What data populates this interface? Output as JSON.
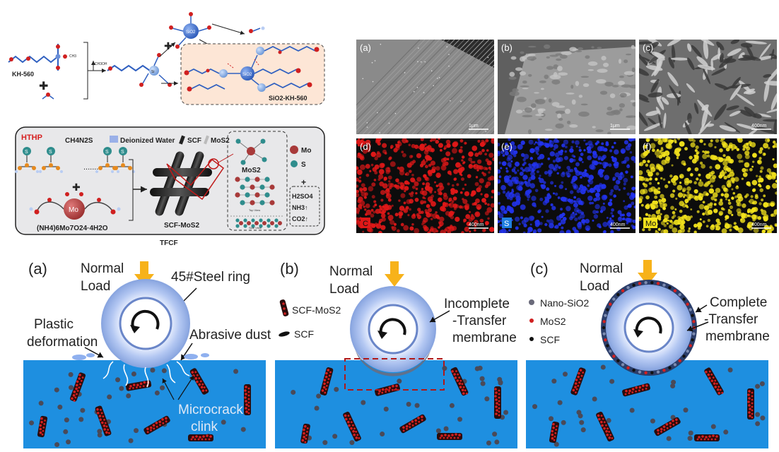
{
  "synthesis": {
    "kh560_label": "KH-560",
    "ch3_label": "CH3",
    "ch3oh_label": "CH3OH",
    "si_label": "Si",
    "sio2_label": "SiO2",
    "sio2_kh560_label": "SiO2-KH-560"
  },
  "hthp": {
    "title": "HTHP",
    "ch4n2s": "CH4N2S",
    "deionized_water": "Deionized Water",
    "scf": "SCF",
    "mos2": "MoS2",
    "ammonium_molybdate": "(NH4)6Mo7O24·4H2O",
    "scf_mos2": "SCF-MoS2",
    "tfcf": "TFCF",
    "mos2_title": "MoS2",
    "top_view": "Top View",
    "side_view": "Side View",
    "legend_mo": "Mo",
    "legend_s": "S",
    "plus": "+",
    "byproduct_h2so4": "H2SO4",
    "byproduct_nh3": "NH3↑",
    "byproduct_co2": "CO2↑",
    "s_atom": "S",
    "mo_atom": "Mo"
  },
  "sem": {
    "panels": [
      {
        "label": "(a)",
        "scale": "1μm",
        "kind": "fiber"
      },
      {
        "label": "(b)",
        "scale": "1μm",
        "kind": "rough"
      },
      {
        "label": "(c)",
        "scale": "400nm",
        "kind": "flakes"
      },
      {
        "label": "(d)",
        "scale": "400nm",
        "kind": "eds",
        "element": "C",
        "color": "#e01818",
        "badge": "#e01818"
      },
      {
        "label": "(e)",
        "scale": "400nm",
        "kind": "eds",
        "element": "S",
        "color": "#2233ee",
        "badge": "#1f7fe0"
      },
      {
        "label": "(f)",
        "scale": "400nm",
        "kind": "eds",
        "element": "Mo",
        "color": "#f2e21c",
        "badge": "#f2e21c"
      }
    ]
  },
  "mechanism": {
    "a": {
      "label": "(a)",
      "normal": "Normal",
      "load": "Load",
      "steel_ring": "45#Steel ring",
      "plastic": "Plastic",
      "deformation": "deformation",
      "abrasive": "Abrasive dust",
      "microcrack": "Microcrack",
      "clink": "clink"
    },
    "b": {
      "label": "(b)",
      "normal": "Normal",
      "load": "Load",
      "legend_scf_mos2": "SCF-MoS2",
      "legend_scf": "SCF",
      "incomplete": "Incomplete",
      "transfer": "-Transfer",
      "membrane": "membrane"
    },
    "c": {
      "label": "(c)",
      "normal": "Normal",
      "load": "Load",
      "legend_nano": "Nano-SiO2",
      "legend_mos2": "MoS2",
      "legend_scf": "SCF",
      "complete": "Complete",
      "transfer": "-Transfer",
      "membrane": "membrane"
    }
  },
  "colors": {
    "substrate": "#1e8fe0",
    "ring": "#aac0ee",
    "load_arrow": "#f7b21a",
    "sio2_box": "#fde6d6",
    "hthp_title": "#d62020",
    "mo_atom": "#a83a3a",
    "s_atom": "#2f8d8d"
  }
}
